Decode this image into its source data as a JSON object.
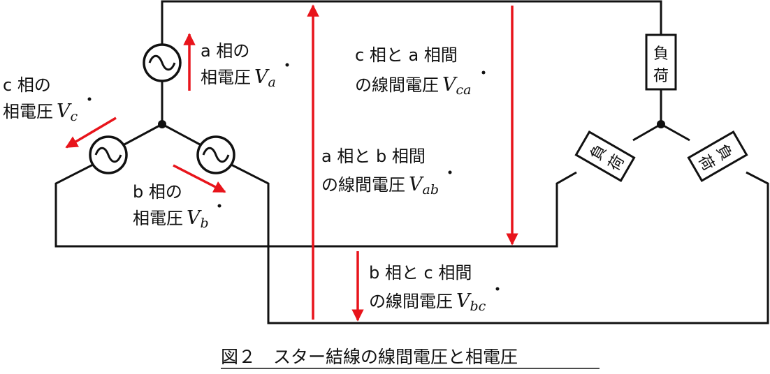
{
  "colors": {
    "wire": "#111111",
    "arrow": "#e8141b",
    "background": "#ffffff"
  },
  "labels": {
    "phase_a": {
      "line1": "a 相の",
      "prefix": "相電圧",
      "var": "V",
      "sub": "a"
    },
    "phase_b": {
      "line1": "b 相の",
      "prefix": "相電圧",
      "var": "V",
      "sub": "b"
    },
    "phase_c": {
      "line1": "c 相の",
      "prefix": "相電圧",
      "var": "V",
      "sub": "c"
    },
    "line_ab": {
      "line1": "a 相と b 相間",
      "prefix": "の線間電圧",
      "var": "V",
      "sub": "ab"
    },
    "line_bc": {
      "line1": "b 相と c 相間",
      "prefix": "の線間電圧",
      "var": "V",
      "sub": "bc"
    },
    "line_ca": {
      "line1": "c 相と a 相間",
      "prefix": "の線間電圧",
      "var": "V",
      "sub": "ca"
    }
  },
  "loads": {
    "top": {
      "line1": "負",
      "line2": "荷"
    },
    "left": {
      "line1": "負",
      "line2": "荷"
    },
    "right": {
      "line1": "負",
      "line2": "荷"
    }
  },
  "icons": {
    "source": "ac-source-icon",
    "load": "load-box-icon"
  },
  "caption": "図２　スター結線の線間電圧と相電圧"
}
